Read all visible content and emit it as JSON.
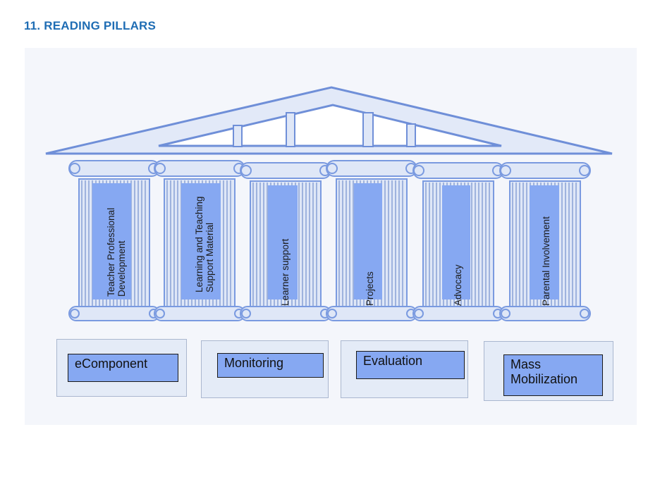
{
  "title": "11.  READING PILLARS",
  "pillars": [
    {
      "line1": "Teacher Professional",
      "line2": "Development"
    },
    {
      "line1": "Learning and Teaching",
      "line2": "Support Material"
    },
    {
      "line1": "Learner support",
      "line2": ""
    },
    {
      "line1": "Projects",
      "line2": ""
    },
    {
      "line1": "Advocacy",
      "line2": ""
    },
    {
      "line1": "Parental Involvement",
      "line2": ""
    }
  ],
  "foundations": [
    {
      "label": "eComponent"
    },
    {
      "label": "Monitoring"
    },
    {
      "label": "Evaluation"
    },
    {
      "label": "Mass Mobilization"
    }
  ],
  "colors": {
    "heading": "#1f6db4",
    "roof_stroke": "#7a9ae0",
    "roof_fill": "#e2e9f8",
    "column_fill": "#dfe7f7",
    "column_stripe": "#8ea6d8",
    "label_fill": "#86a8f2",
    "base_fill": "#e4ebf7"
  }
}
